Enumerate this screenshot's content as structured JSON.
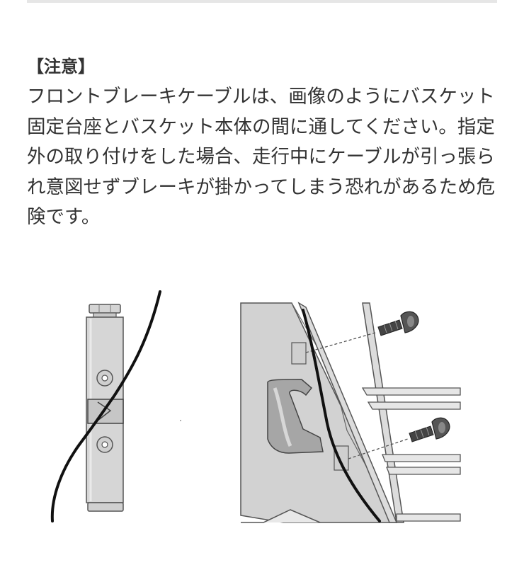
{
  "notice": {
    "heading": "【注意】",
    "body": "フロントブレーキケーブルは、画像のようにバスケット固定台座とバスケット本体の間に通してください。指定外の取り付けをした場合、走行中にケーブルが引っ張られ意図せずブレーキが掛かってしまう恐れがあるため危険です。"
  },
  "figure": {
    "left_panel": "steering-column-with-basket-mount-and-cable",
    "right_panel": "basket-mount-closeup-cable-routing"
  }
}
